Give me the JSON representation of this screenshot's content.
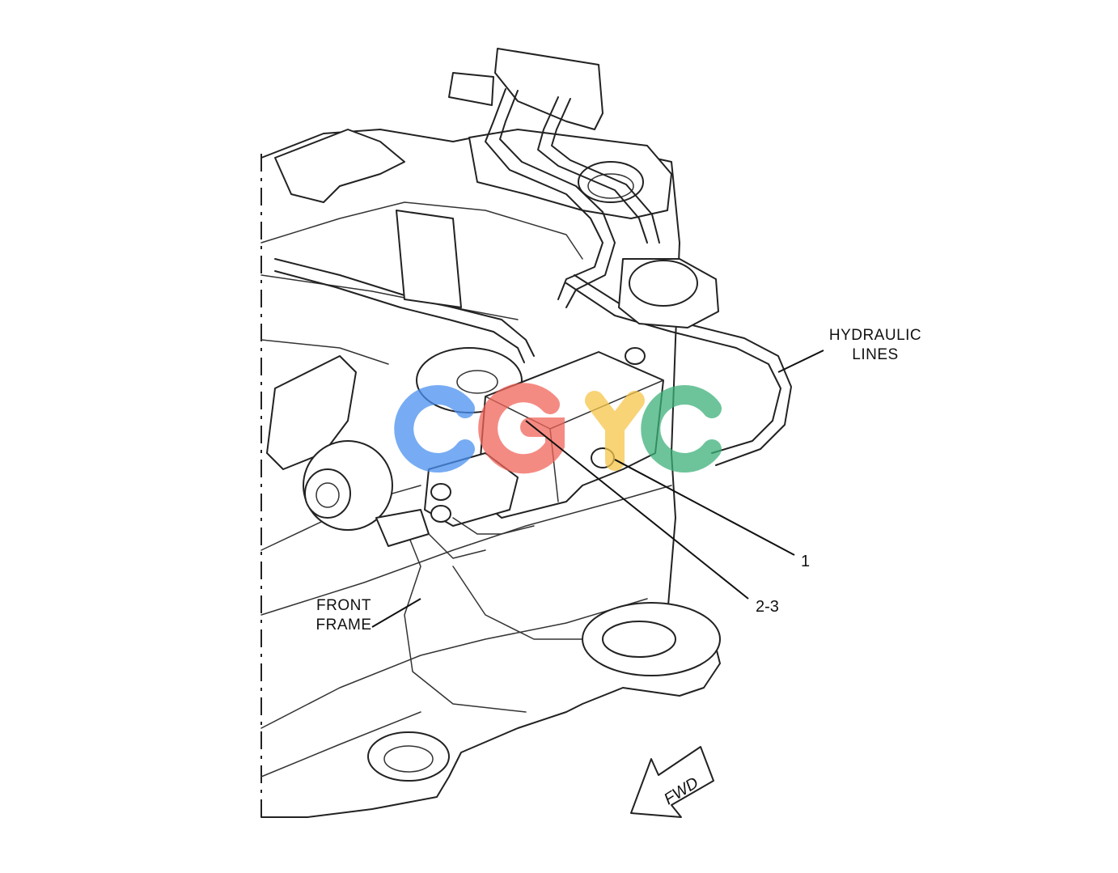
{
  "labels": {
    "hydraulic_lines": [
      "HYDRAULIC",
      "LINES"
    ],
    "front_frame": [
      "FRONT",
      "FRAME"
    ],
    "fwd": "FWD"
  },
  "callouts": [
    "1",
    "2-3"
  ],
  "watermark": {
    "letters": [
      "C",
      "G",
      "Y",
      "C"
    ],
    "colors": [
      "#4a90f0",
      "#f0645a",
      "#f5c64a",
      "#3cb07a"
    ]
  }
}
